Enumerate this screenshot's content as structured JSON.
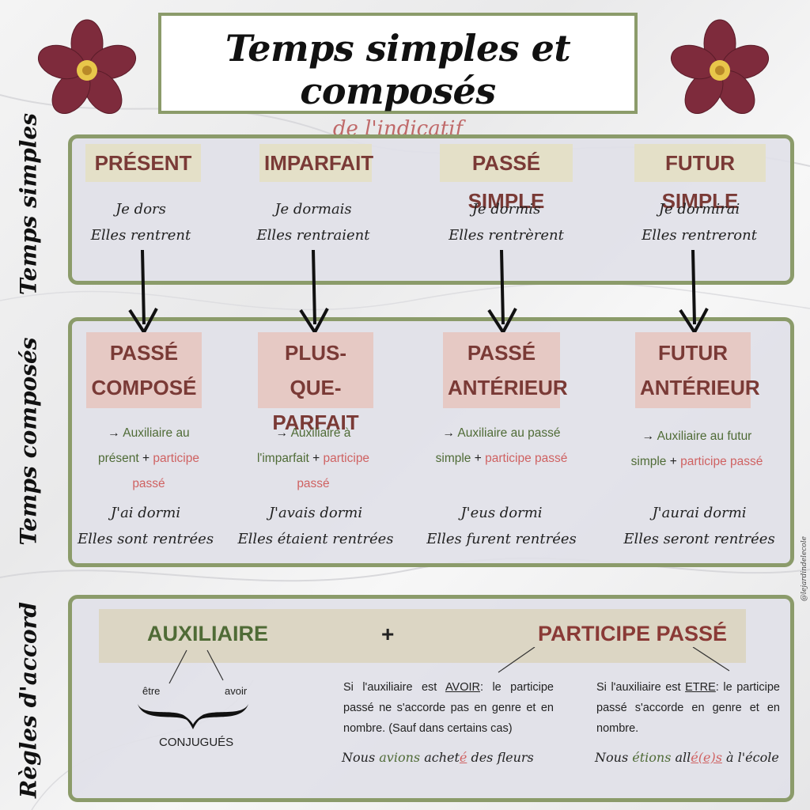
{
  "title": "Temps simples et composés",
  "subtitle": "de l'indicatif",
  "side_labels": {
    "simple": "Temps simples",
    "compose": "Temps composés",
    "accord": "Règles d'accord"
  },
  "simple_tenses": [
    {
      "name": "PRÉSENT",
      "ex1": "Je dors",
      "ex2": "Elles rentrent"
    },
    {
      "name": "IMPARFAIT",
      "ex1": "Je dormais",
      "ex2": "Elles rentraient"
    },
    {
      "name": "PASSÉ SIMPLE",
      "ex1": "Je dormis",
      "ex2": "Elles rentrèrent"
    },
    {
      "name": "FUTUR SIMPLE",
      "ex1": "Je dormirai",
      "ex2": "Elles rentreront"
    }
  ],
  "compound_tenses": [
    {
      "name1": "PASSÉ",
      "name2": "COMPOSÉ",
      "rule_arrow": "→",
      "rule_a": "Auxiliaire au",
      "rule_b": "présent",
      "rule_plus": "+",
      "rule_c": "participe",
      "rule_d": "passé",
      "ex1": "J'ai dormi",
      "ex2": "Elles sont rentrées"
    },
    {
      "name1": "PLUS- QUE-",
      "name2": "PARFAIT",
      "rule_arrow": "→",
      "rule_a": "Auxiliaire à",
      "rule_b": "l'imparfait",
      "rule_plus": "+",
      "rule_c": "participe",
      "rule_d": "passé",
      "ex1": "J'avais dormi",
      "ex2": "Elles étaient rentrées"
    },
    {
      "name1": "PASSÉ",
      "name2": "ANTÉRIEUR",
      "rule_arrow": "→",
      "rule_a": "Auxiliaire au passé",
      "rule_b": "simple",
      "rule_plus": "+",
      "rule_c": "participe passé",
      "rule_d": "",
      "ex1": "J'eus dormi",
      "ex2": "Elles furent rentrées"
    },
    {
      "name1": "FUTUR",
      "name2": "ANTÉRIEUR",
      "rule_arrow": "→",
      "rule_a": "Auxiliaire au futur",
      "rule_b": "simple",
      "rule_plus": "+",
      "rule_c": "participe passé",
      "rule_d": "",
      "ex1": "J'aurai dormi",
      "ex2": "Elles seront rentrées"
    }
  ],
  "accord": {
    "auxiliaire": "AUXILIAIRE",
    "plus": "+",
    "participe": "PARTICIPE PASSÉ",
    "etre": "être",
    "avoir": "avoir",
    "conjugues": "CONJUGUÉS",
    "avoir_rule_pre": "Si l'auxiliaire est",
    "avoir_rule_key": "AVOIR",
    "avoir_rule_post": ": le participe passé ne s'accorde pas en genre et en nombre. (Sauf dans certains cas)",
    "avoir_ex_1": "Nous",
    "avoir_ex_2": "avions",
    "avoir_ex_3": "achet",
    "avoir_ex_4": "é",
    "avoir_ex_5": " des fleurs",
    "etre_rule_pre": "Si l'auxiliaire est",
    "etre_rule_key": "ETRE",
    "etre_rule_post": ": le participe passé s'accorde en genre et en nombre.",
    "etre_ex_1": "Nous",
    "etre_ex_2": "étions",
    "etre_ex_3": "all",
    "etre_ex_4": "é(e)s",
    "etre_ex_5": " à l'école"
  },
  "credit": "@lejardindelecole",
  "colors": {
    "frame": "#8b9b6a",
    "simple_tag": "#e4e0c8",
    "compound_tag": "#e6c9c4",
    "tag_text": "#7a3a36",
    "green": "#4f6b36",
    "pink": "#cf6262",
    "flower": "#7e2b3c"
  }
}
